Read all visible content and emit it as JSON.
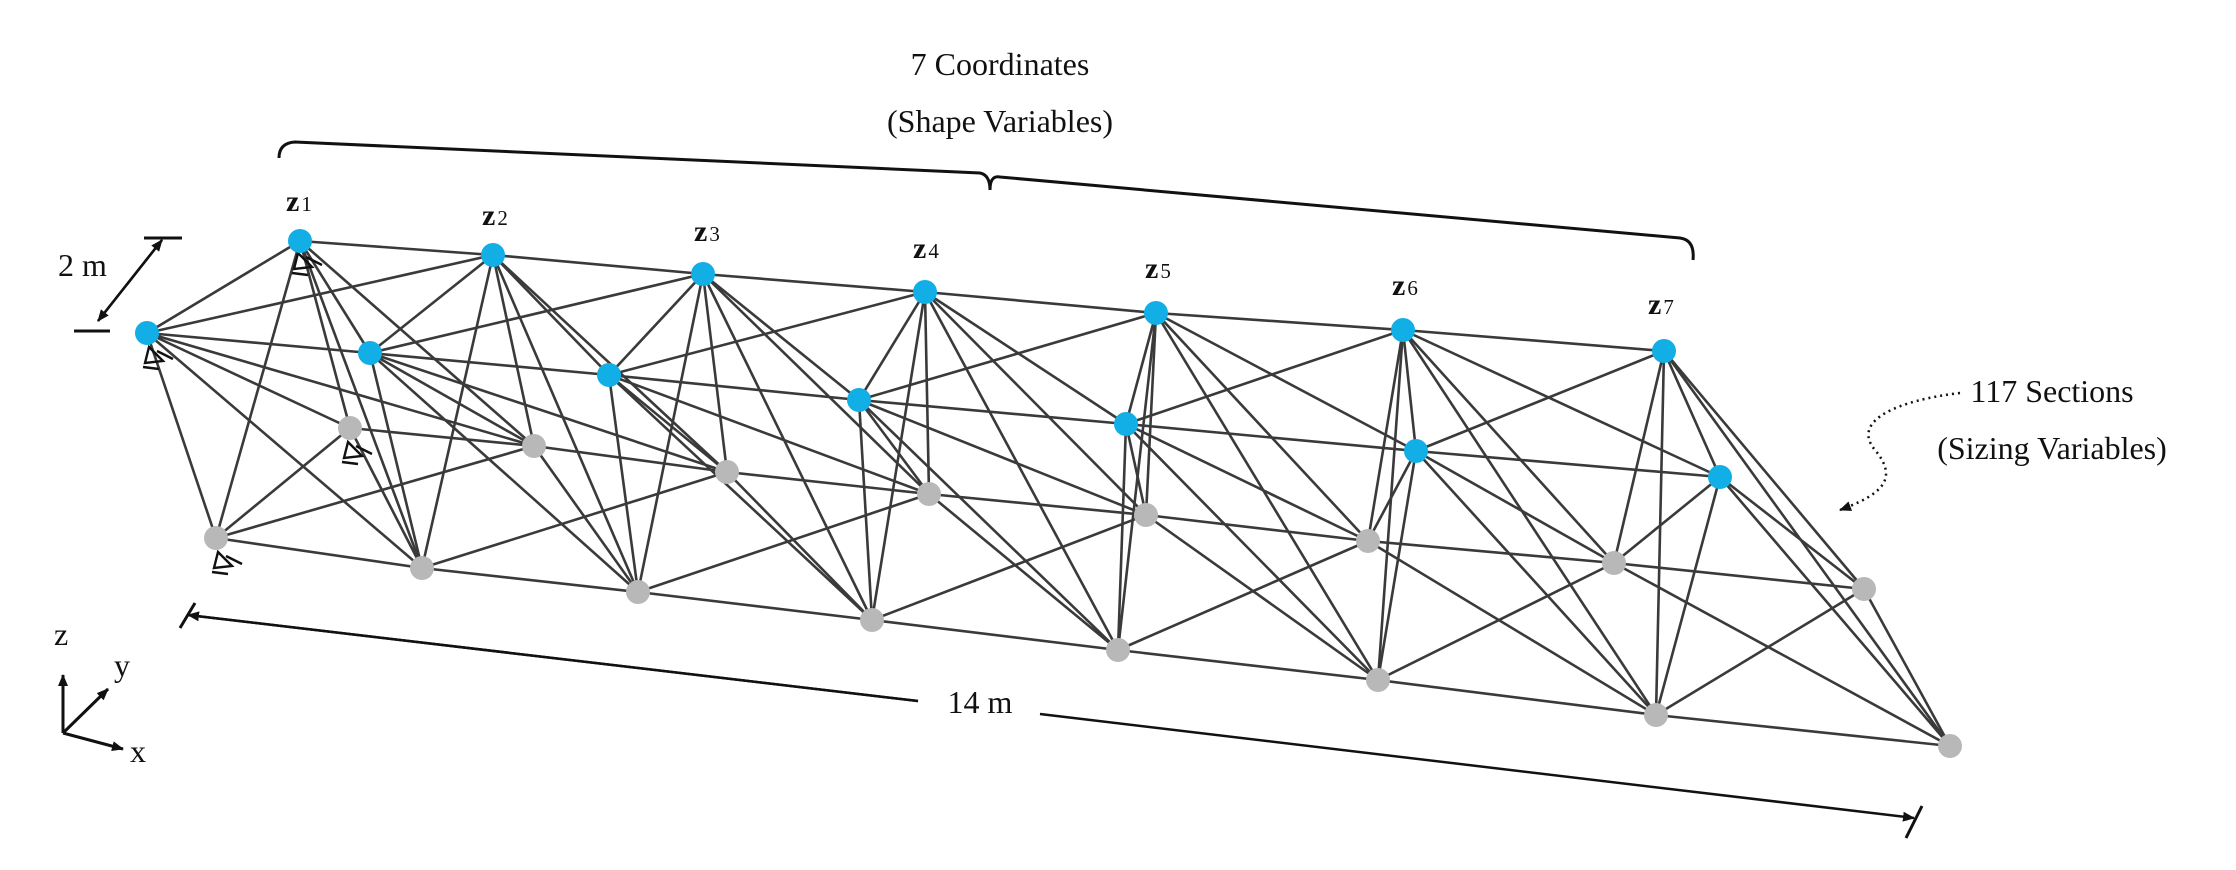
{
  "title_line1": "7 Coordinates",
  "title_line2": "(Shape Variables)",
  "sections_line1": "117 Sections",
  "sections_line2": "(Sizing Variables)",
  "width_label": "2 m",
  "length_label": "14 m",
  "axis": {
    "x": "x",
    "y": "y",
    "z": "z"
  },
  "z_labels": [
    {
      "main": "z",
      "sub": "1"
    },
    {
      "main": "z",
      "sub": "2"
    },
    {
      "main": "z",
      "sub": "3"
    },
    {
      "main": "z",
      "sub": "4"
    },
    {
      "main": "z",
      "sub": "5"
    },
    {
      "main": "z",
      "sub": "6"
    },
    {
      "main": "z",
      "sub": "7"
    }
  ],
  "colors": {
    "shape_node": "#12aee6",
    "base_node": "#b8b8b8",
    "member": "#3a3a3a"
  },
  "icons": [
    "pin-support-icon"
  ]
}
